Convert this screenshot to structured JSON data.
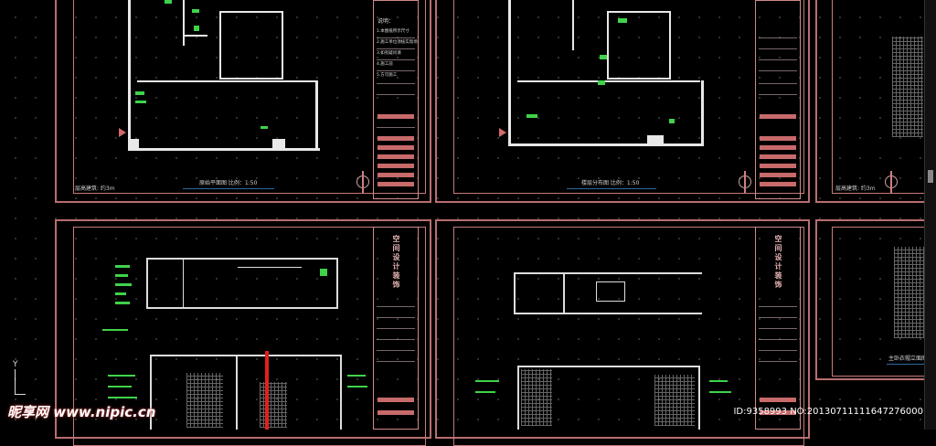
{
  "sheets": [
    {
      "title": "原始平面图 比例：1:50",
      "note": "层高建筑: 约3m"
    },
    {
      "title": "楼层分布图 比例：1:50",
      "note": ""
    },
    {
      "title": "",
      "note": "层高建筑: 约3m"
    },
    {
      "title": "",
      "note": ""
    },
    {
      "title": "",
      "note": ""
    },
    {
      "title": "主卧衣帽立面图",
      "note": ""
    }
  ],
  "title_block": {
    "vertical_text": "空间设计装饰",
    "notes_label": "说明：",
    "note_lines": [
      "1.本图纸所示尺寸",
      "2.施工单位须核实现场",
      "3.如有疑问请",
      "4.施工前",
      "5.方可施工"
    ]
  },
  "watermark": {
    "brand": "昵享网 www.nipic.cn",
    "id": "ID:9358993 NO:20130711111647276000"
  },
  "colors": {
    "background": "#000000",
    "sheet_border": "#b86e6e",
    "dimension": "#3fd34a",
    "wall": "#e8e8e8"
  }
}
